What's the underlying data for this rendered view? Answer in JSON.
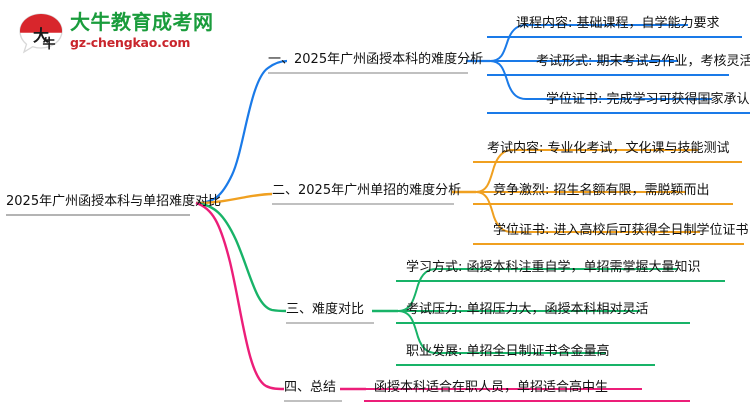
{
  "logo": {
    "mark_char": "大牛",
    "name_cn": "大牛教育成考网",
    "name_en": "gz-chengkao.com",
    "brand_green": "#1a9c3c",
    "brand_red": "#c9252c"
  },
  "mindmap": {
    "root": {
      "label": "2025年广州函授本科与单招难度对比"
    },
    "branches": [
      {
        "id": "branch-1",
        "label": "一、2025年广州函授本科的难度分析",
        "color": "#1a7ae8",
        "children": [
          {
            "label": "课程内容: 基础课程，自学能力要求"
          },
          {
            "label": "考试形式: 期末考试与作业，考核灵活"
          },
          {
            "label": "学位证书: 完成学习可获得国家承认的学位证书"
          }
        ]
      },
      {
        "id": "branch-2",
        "label": "二、2025年广州单招的难度分析",
        "color": "#f0a020",
        "children": [
          {
            "label": "考试内容: 专业化考试，文化课与技能测试"
          },
          {
            "label": "竞争激烈: 招生名额有限，需脱颖而出"
          },
          {
            "label": "学位证书: 进入高校后可获得全日制学位证书"
          }
        ]
      },
      {
        "id": "branch-3",
        "label": "三、难度对比",
        "color": "#18b368",
        "children": [
          {
            "label": "学习方式: 函授本科注重自学，单招需掌握大量知识"
          },
          {
            "label": "考试压力: 单招压力大，函授本科相对灵活"
          },
          {
            "label": "职业发展: 单招全日制证书含金量高"
          }
        ]
      },
      {
        "id": "branch-4",
        "label": "四、总结",
        "color": "#ec1e79",
        "children": [
          {
            "label": "函授本科适合在职人员，单招适合高中生"
          }
        ]
      }
    ]
  }
}
